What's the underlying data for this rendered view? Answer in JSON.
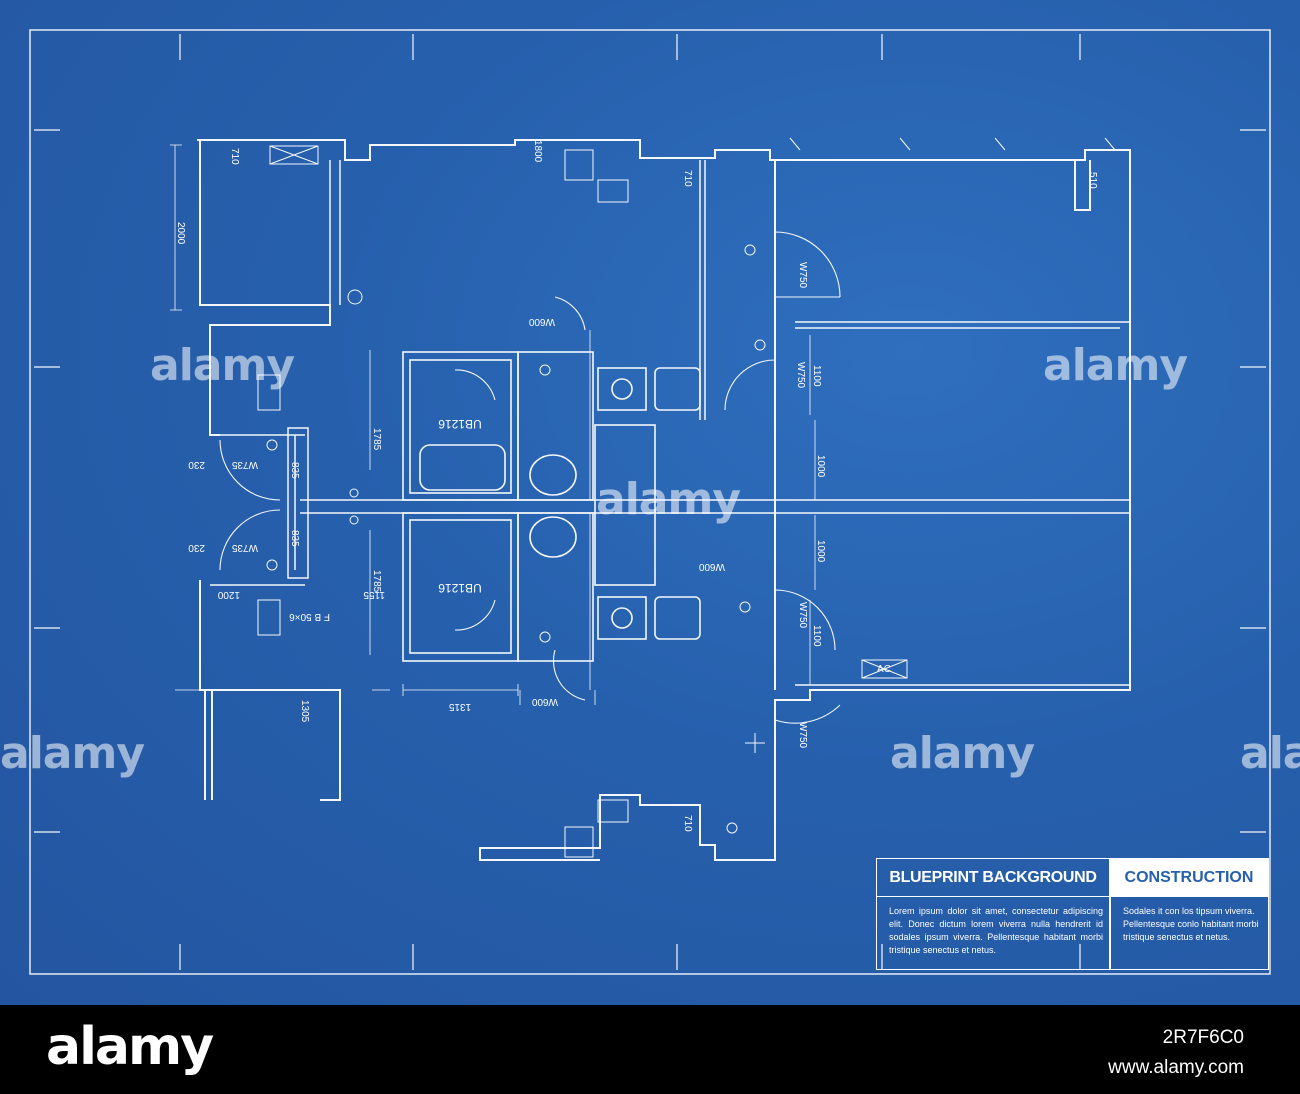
{
  "title_block": {
    "left_title": "BLUEPRINT BACKGROUND",
    "right_title": "CONSTRUCTION",
    "left_body": "Lorem ipsum dolor sit amet, consectetur adipiscing elit. Donec dictum lorem viverra nulla hendrerit id sodales ipsum viverra. Pellentesque habitant morbi tristique senectus et netus.",
    "right_body": "Sodales it con los tipsum viverra. Pellentesque conlo habitant morbi tristique senectus et netus."
  },
  "plan_labels": {
    "ub_upper": "UB1216",
    "ub_lower": "UB1216",
    "dim_1785_upper": "1785",
    "dim_1785_lower": "1785",
    "dim_1315": "1315",
    "dim_1155": "1155",
    "dim_1000_upper": "1000",
    "dim_1000_lower": "1000",
    "dim_1100_upper": "1100",
    "dim_1100_lower": "1100",
    "dim_2000": "2000",
    "dim_1200": "1200",
    "dim_835_upper": "835",
    "dim_835_lower": "835",
    "fb": "F B 50×6",
    "w750_a": "W750",
    "w750_b": "W750",
    "w750_c": "W750",
    "w750_d": "W750",
    "w735_a": "W735",
    "w735_b": "W735",
    "w600_a": "W600",
    "w600_b": "W600",
    "w600_c": "W600",
    "ac": "AC",
    "d710_a": "710",
    "d710_b": "710",
    "d710_c": "710",
    "d230_a": "230",
    "d230_b": "230",
    "d1305": "1305",
    "d1800": "1800",
    "d510": "510"
  },
  "watermark": {
    "text": "alamy"
  },
  "footer": {
    "logo": "alamy",
    "image_code": "2R7F6C0",
    "url": "www.alamy.com"
  }
}
